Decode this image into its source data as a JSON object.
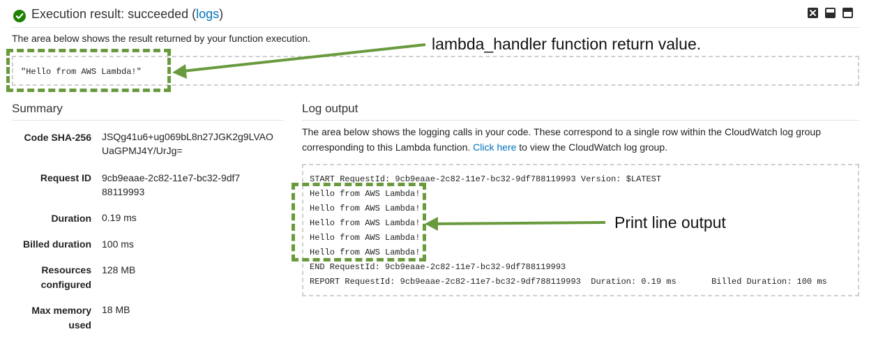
{
  "header": {
    "title_prefix": "Execution result: succeeded (",
    "logs_link": "logs",
    "title_suffix": ")"
  },
  "result": {
    "description": "The area below shows the result returned by your function execution.",
    "value": "\"Hello from AWS Lambda!\""
  },
  "annotations": {
    "return_value": "lambda_handler function return value.",
    "print_output": "Print line output"
  },
  "summary": {
    "title": "Summary",
    "rows": [
      {
        "label": "Code SHA-256",
        "value": "JSQg41u6+ug069bL8n27JGK2g9LVAOUaGPMJ4Y/UrJg="
      },
      {
        "label": "Request ID",
        "value": "9cb9eaae-2c82-11e7-bc32-9df788119993"
      },
      {
        "label": "Duration",
        "value": "0.19 ms"
      },
      {
        "label": "Billed duration",
        "value": "100 ms"
      },
      {
        "label": "Resources configured",
        "value": "128 MB"
      },
      {
        "label": "Max memory used",
        "value": "18 MB"
      }
    ]
  },
  "log": {
    "title": "Log output",
    "description_before": "The area below shows the logging calls in your code. These correspond to a single row within the CloudWatch log group corresponding to this Lambda function. ",
    "click_here": "Click here",
    "description_after": " to view the CloudWatch log group.",
    "lines": [
      "START RequestId: 9cb9eaae-2c82-11e7-bc32-9df788119993 Version: $LATEST",
      "Hello from AWS Lambda!",
      "Hello from AWS Lambda!",
      "Hello from AWS Lambda!",
      "Hello from AWS Lambda!",
      "Hello from AWS Lambda!",
      "END RequestId: 9cb9eaae-2c82-11e7-bc32-9df788119993",
      "REPORT RequestId: 9cb9eaae-2c82-11e7-bc32-9df788119993  Duration: 0.19 ms       Billed Duration: 100 ms"
    ]
  },
  "icons": {
    "success": "check-circle-icon",
    "close": "close-icon",
    "dock_bottom": "dock-bottom-icon",
    "dock_top": "dock-top-icon"
  },
  "colors": {
    "success_green": "#1d8102",
    "link_blue": "#0073bb",
    "annotation_green": "#6a9a3e"
  }
}
